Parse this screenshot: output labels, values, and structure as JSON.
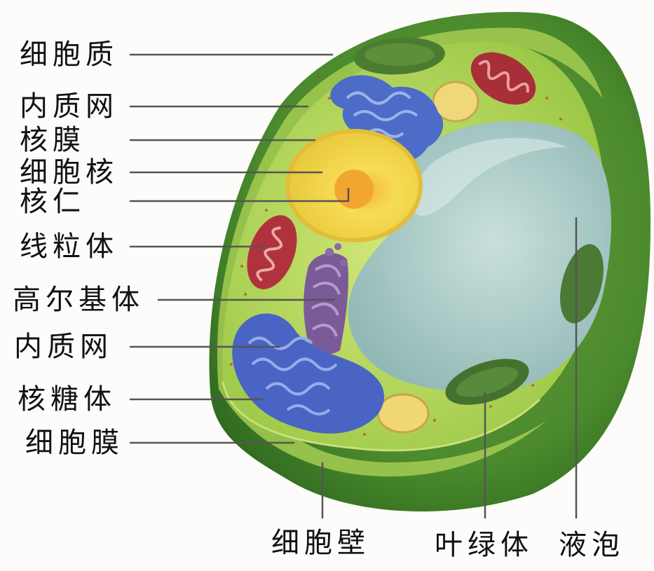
{
  "labels": {
    "cytoplasm": "细胞质",
    "er_top": "内质网",
    "nuclear_membrane": "核膜",
    "nucleus": "细胞核",
    "nucleolus": "核仁",
    "mitochondrion": "线粒体",
    "golgi": "高尔基体",
    "er_bottom": "内质网",
    "ribosome": "核糖体",
    "cell_membrane": "细胞膜",
    "cell_wall": "细胞壁",
    "chloroplast": "叶绿体",
    "vacuole": "液泡"
  },
  "colors": {
    "cell_wall": "#4a8a2c",
    "cytoplasm": "#b6d85a",
    "vacuole": "#b7d3cf",
    "nucleus": "#f2d04a",
    "mitochondrion": "#b4323a",
    "chloroplast": "#3f6e2c",
    "golgi": "#7d5a9a",
    "er": "#4a64c4",
    "leader_line": "#555555"
  }
}
